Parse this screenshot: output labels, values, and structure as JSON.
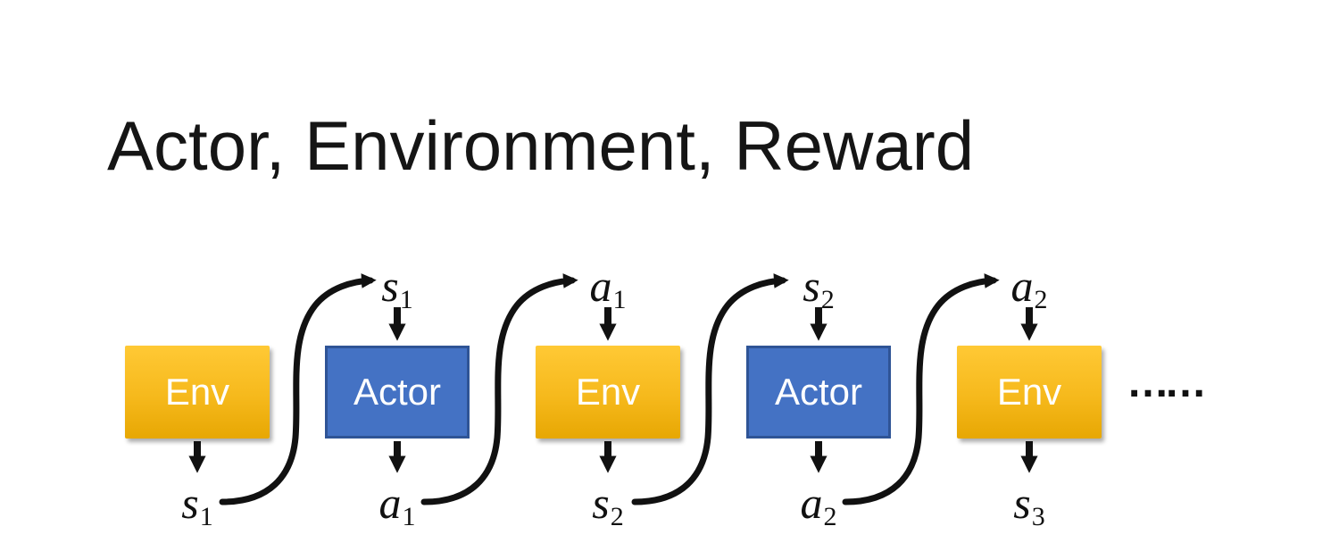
{
  "title": "Actor, Environment, Reward",
  "diagram": {
    "boxes": [
      {
        "label": "Env",
        "type": "env"
      },
      {
        "label": "Actor",
        "type": "actor"
      },
      {
        "label": "Env",
        "type": "env"
      },
      {
        "label": "Actor",
        "type": "actor"
      },
      {
        "label": "Env",
        "type": "env"
      }
    ],
    "top_labels": [
      {
        "base": "s",
        "sub": "1"
      },
      {
        "base": "a",
        "sub": "1"
      },
      {
        "base": "s",
        "sub": "2"
      },
      {
        "base": "a",
        "sub": "2"
      }
    ],
    "bottom_labels": [
      {
        "base": "s",
        "sub": "1"
      },
      {
        "base": "a",
        "sub": "1"
      },
      {
        "base": "s",
        "sub": "2"
      },
      {
        "base": "a",
        "sub": "2"
      },
      {
        "base": "s",
        "sub": "3"
      }
    ],
    "ellipsis": "……"
  },
  "colors": {
    "title-color": "#151515",
    "env-top": "#FFC935",
    "env-bottom": "#E7A703",
    "actor-fill": "#4472C4",
    "actor-border": "#2F5496",
    "arrow-color": "#111111"
  }
}
